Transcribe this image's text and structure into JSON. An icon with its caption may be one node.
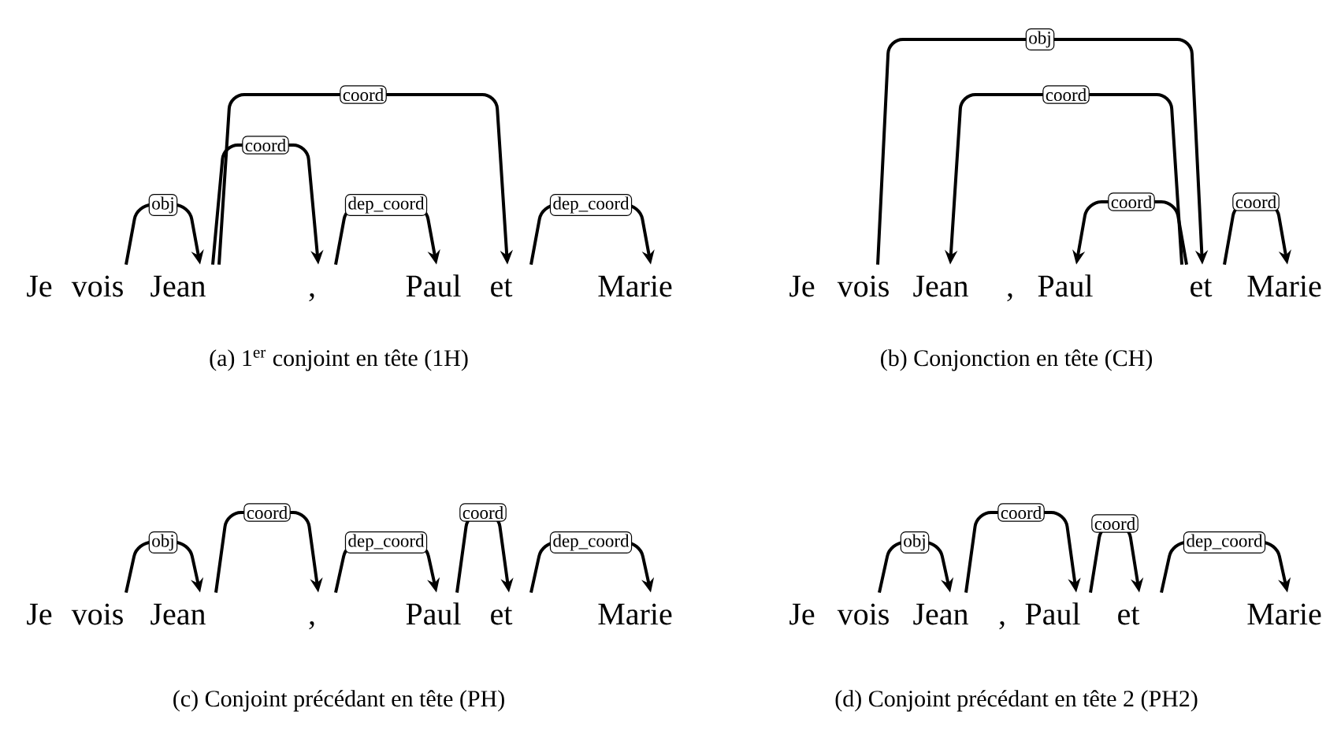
{
  "diagram": {
    "nodes": [
      {
        "text": [
          "Je"
        ]
      },
      {
        "text": [
          "vois"
        ]
      },
      {
        "text": [
          "Jean"
        ]
      },
      {
        "text": [
          ","
        ]
      },
      {
        "text": [
          "Paul"
        ]
      },
      {
        "text": [
          "et"
        ]
      },
      {
        "text": [
          "Marie"
        ]
      },
      {
        "text": [
          "Je"
        ]
      },
      {
        "text": [
          "vois"
        ]
      },
      {
        "text": [
          "Jean"
        ]
      },
      {
        "text": [
          ","
        ]
      },
      {
        "text": [
          "Paul"
        ]
      },
      {
        "text": [
          "et"
        ]
      },
      {
        "text": [
          "Marie"
        ]
      },
      {
        "text": [
          "Je"
        ]
      },
      {
        "text": [
          "vois"
        ]
      },
      {
        "text": [
          "Jean"
        ]
      },
      {
        "text": [
          ","
        ]
      },
      {
        "text": [
          "Paul"
        ]
      },
      {
        "text": [
          "et"
        ]
      },
      {
        "text": [
          "Marie"
        ]
      },
      {
        "text": [
          "Je"
        ]
      },
      {
        "text": [
          "vois"
        ]
      },
      {
        "text": [
          "Jean"
        ]
      },
      {
        "text": [
          ","
        ]
      },
      {
        "text": [
          "Paul"
        ]
      },
      {
        "text": [
          "et"
        ]
      },
      {
        "text": [
          "Marie"
        ]
      }
    ],
    "edges": [
      {
        "from": 1,
        "to": 2,
        "arrow": "to",
        "label": "obj"
      },
      {
        "from": 2,
        "to": 3,
        "arrow": "to",
        "label": "coord"
      },
      {
        "from": 2,
        "to": 5,
        "arrow": "to",
        "label": "coord"
      },
      {
        "from": 3,
        "to": 4,
        "arrow": "to",
        "label": "dep_coord"
      },
      {
        "from": 5,
        "to": 6,
        "arrow": "to",
        "label": "dep_coord"
      },
      {
        "from": 8,
        "to": 12,
        "arrow": "to",
        "label": "obj"
      },
      {
        "from": 12,
        "to": 9,
        "arrow": "to",
        "label": "coord"
      },
      {
        "from": 12,
        "to": 11,
        "arrow": "to",
        "label": "coord"
      },
      {
        "from": 12,
        "to": 13,
        "arrow": "to",
        "label": "coord"
      },
      {
        "from": 15,
        "to": 16,
        "arrow": "to",
        "label": "obj"
      },
      {
        "from": 16,
        "to": 17,
        "arrow": "to",
        "label": "coord"
      },
      {
        "from": 17,
        "to": 18,
        "arrow": "to",
        "label": "dep_coord"
      },
      {
        "from": 18,
        "to": 19,
        "arrow": "to",
        "label": "coord"
      },
      {
        "from": 19,
        "to": 20,
        "arrow": "to",
        "label": "dep_coord"
      },
      {
        "from": 22,
        "to": 23,
        "arrow": "to",
        "label": "obj"
      },
      {
        "from": 23,
        "to": 25,
        "arrow": "to",
        "label": "coord"
      },
      {
        "from": 25,
        "to": 26,
        "arrow": "to",
        "label": "coord"
      },
      {
        "from": 26,
        "to": 27,
        "arrow": "to",
        "label": "dep_coord"
      }
    ],
    "labels": [
      "(a) 1$^{er}$ conjoint en tête (1H)",
      "(b) Conjonction en tête (CH)",
      "(c) Conjoint précédant en tête (PH)",
      "(d) Conjoint précédant en tête 2 (PH2)"
    ]
  }
}
